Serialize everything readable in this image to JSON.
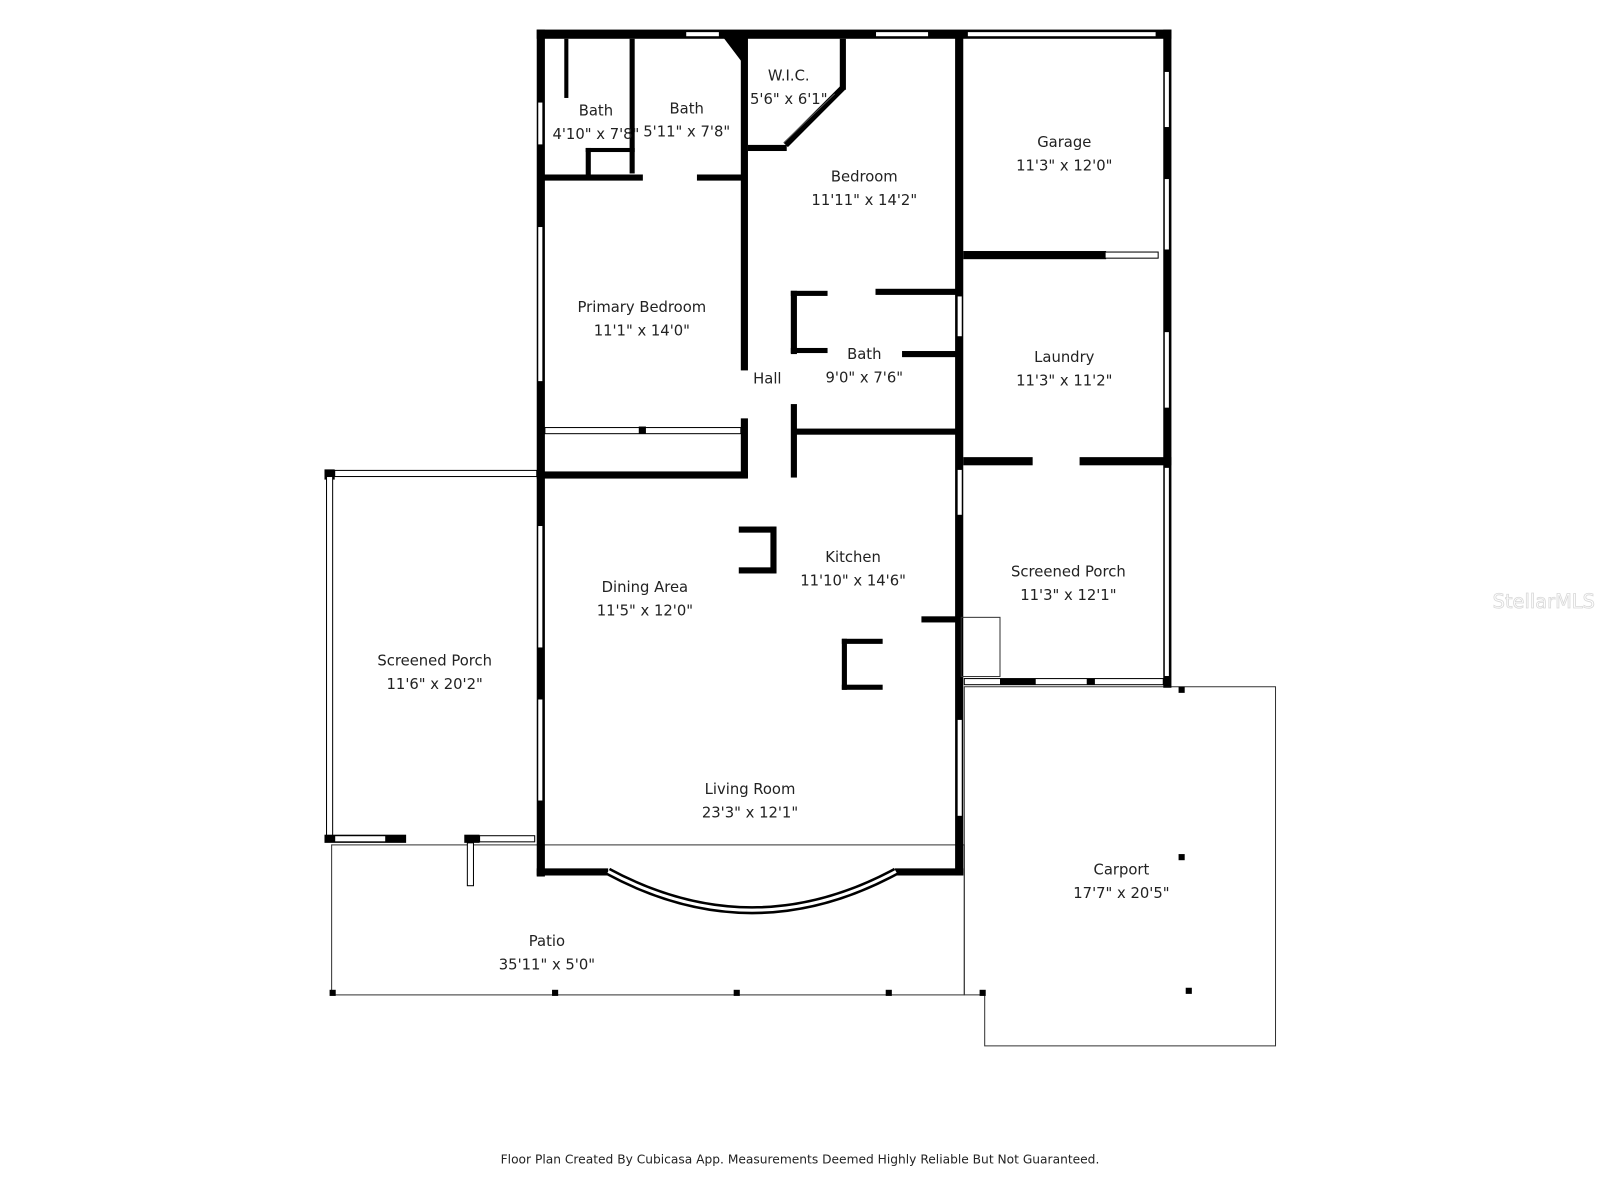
{
  "rooms": [
    {
      "name": "Bath",
      "size": "4'10\" x 7'8\""
    },
    {
      "name": "Bath",
      "size": "5'11\" x 7'8\""
    },
    {
      "name": "W.I.C.",
      "size": "5'6\" x 6'1\""
    },
    {
      "name": "Bedroom",
      "size": "11'11\" x 14'2\""
    },
    {
      "name": "Garage",
      "size": "11'3\" x 12'0\""
    },
    {
      "name": "Primary Bedroom",
      "size": "11'1\" x 14'0\""
    },
    {
      "name": "Hall",
      "size": ""
    },
    {
      "name": "Bath",
      "size": "9'0\" x 7'6\""
    },
    {
      "name": "Laundry",
      "size": "11'3\" x 11'2\""
    },
    {
      "name": "Dining Area",
      "size": "11'5\" x 12'0\""
    },
    {
      "name": "Kitchen",
      "size": "11'10\" x 14'6\""
    },
    {
      "name": "Screened Porch",
      "size": "11'3\" x 12'1\""
    },
    {
      "name": "Screened Porch",
      "size": "11'6\" x 20'2\""
    },
    {
      "name": "Living Room",
      "size": "23'3\" x 12'1\""
    },
    {
      "name": "Carport",
      "size": "17'7\" x 20'5\""
    },
    {
      "name": "Patio",
      "size": "35'11\" x 5'0\""
    }
  ],
  "footer": "Floor Plan Created By Cubicasa App. Measurements Deemed Highly Reliable But Not Guaranteed.",
  "watermark": "StellarMLS"
}
